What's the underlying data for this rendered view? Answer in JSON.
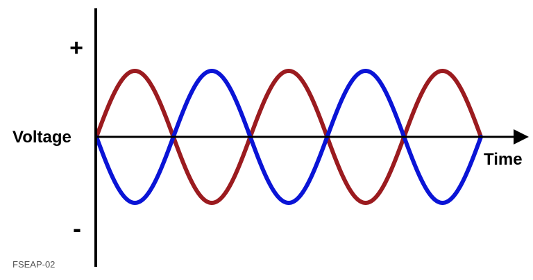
{
  "labels": {
    "positive": "+",
    "negative": "-",
    "y_label": "Voltage",
    "x_label": "Time",
    "figure_code": "FSEAP-02"
  },
  "waves": {
    "cycles": 2.5,
    "series": [
      {
        "phase": "positive-first",
        "color": "#9b1b1f"
      },
      {
        "phase": "negative-first",
        "color": "#0a14d6"
      }
    ]
  },
  "colors": {
    "axis": "#000000"
  }
}
